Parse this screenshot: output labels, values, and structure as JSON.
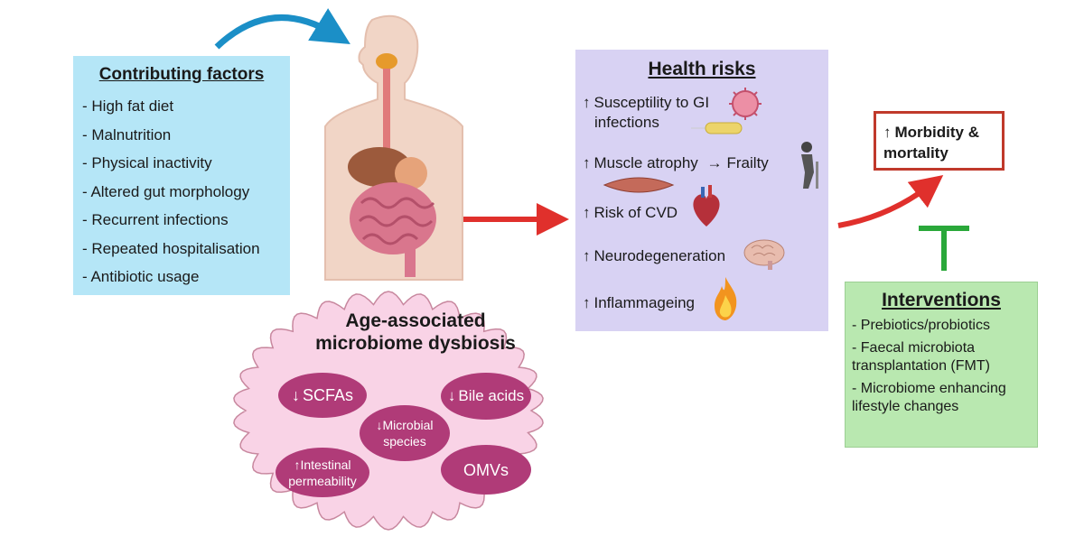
{
  "contributing_factors": {
    "title": "Contributing factors",
    "items": [
      "- High fat diet",
      "- Malnutrition",
      "- Physical inactivity",
      "- Altered gut morphology",
      "- Recurrent infections",
      "- Repeated hospitalisation",
      "- Antibiotic usage"
    ]
  },
  "health_risks": {
    "title": "Health risks",
    "susceptibility_line1": "Susceptility to GI",
    "susceptibility_line2": "infections",
    "muscle": "Muscle atrophy",
    "frailty": "Frailty",
    "cvd": "Risk of CVD",
    "neuro": "Neurodegeneration",
    "inflamm": "Inflammageing"
  },
  "outcome": {
    "line1": "Morbidity &",
    "line2": "mortality"
  },
  "interventions": {
    "title": "Interventions",
    "items": [
      "- Prebiotics/probiotics",
      "- Faecal microbiota transplantation (FMT)",
      "- Microbiome enhancing lifestyle changes"
    ]
  },
  "dysbiosis": {
    "title_line1": "Age-associated",
    "title_line2": "microbiome dysbiosis",
    "scfas": "SCFAs",
    "bile": "Bile acids",
    "microbial_line1": "Microbial",
    "microbial_line2": "species",
    "intestinal_line1": "Intestinal",
    "intestinal_line2": "permeability",
    "omvs": "OMVs"
  },
  "colors": {
    "contrib_bg": "#b5e6f7",
    "risks_bg": "#d8d2f3",
    "interv_bg": "#b9e8b0",
    "dysbiosis_bg": "#f9d3e6",
    "oval": "#b03b78",
    "red_arrow": "#e0302c",
    "blue_arrow": "#1b8fc7",
    "green_inhibit": "#2aa83a"
  }
}
